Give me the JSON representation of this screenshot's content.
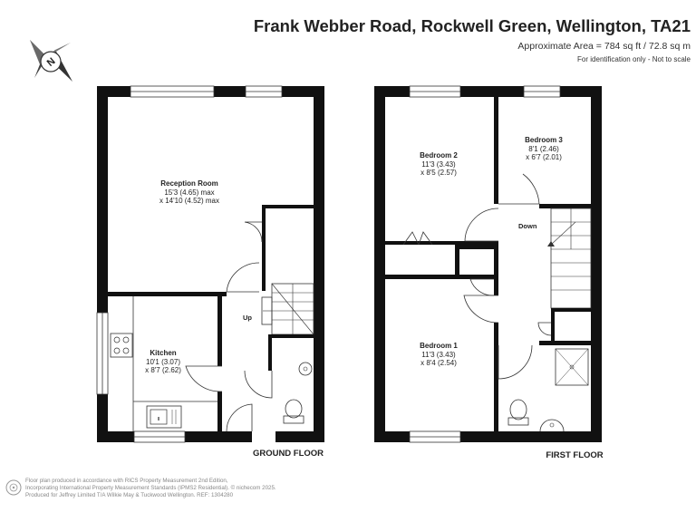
{
  "header": {
    "title": "Frank Webber Road, Rockwell Green, Wellington, TA21",
    "area": "Approximate Area = 784 sq ft / 72.8 sq m",
    "note": "For identification only - Not to scale"
  },
  "compass": {
    "letter": "N"
  },
  "ground_floor": {
    "label": "GROUND FLOOR",
    "up_label": "Up",
    "rooms": [
      {
        "name": "Reception Room",
        "dim1": "15'3 (4.65) max",
        "dim2": "x 14'10 (4.52) max"
      },
      {
        "name": "Kitchen",
        "dim1": "10'1 (3.07)",
        "dim2": "x 8'7 (2.62)"
      }
    ]
  },
  "first_floor": {
    "label": "FIRST FLOOR",
    "down_label": "Down",
    "rooms": [
      {
        "name": "Bedroom 2",
        "dim1": "11'3 (3.43)",
        "dim2": "x 8'5 (2.57)"
      },
      {
        "name": "Bedroom 3",
        "dim1": "8'1 (2.46)",
        "dim2": "x 6'7 (2.01)"
      },
      {
        "name": "Bedroom 1",
        "dim1": "11'3 (3.43)",
        "dim2": "x 8'4 (2.54)"
      }
    ]
  },
  "footer": {
    "line1": "Floor plan produced in accordance with RICS Property Measurement 2nd Edition,",
    "line2": "Incorporating International Property Measurement Standards (IPMS2 Residential).  © nichecom 2025.",
    "line3": "Produced for Jeffrey Limited T/A Wilkie May & Tuckwood Wellington.   REF:  1304280"
  },
  "colors": {
    "wall": "#111111",
    "line": "#333333",
    "text": "#222222",
    "footer": "#888888"
  }
}
